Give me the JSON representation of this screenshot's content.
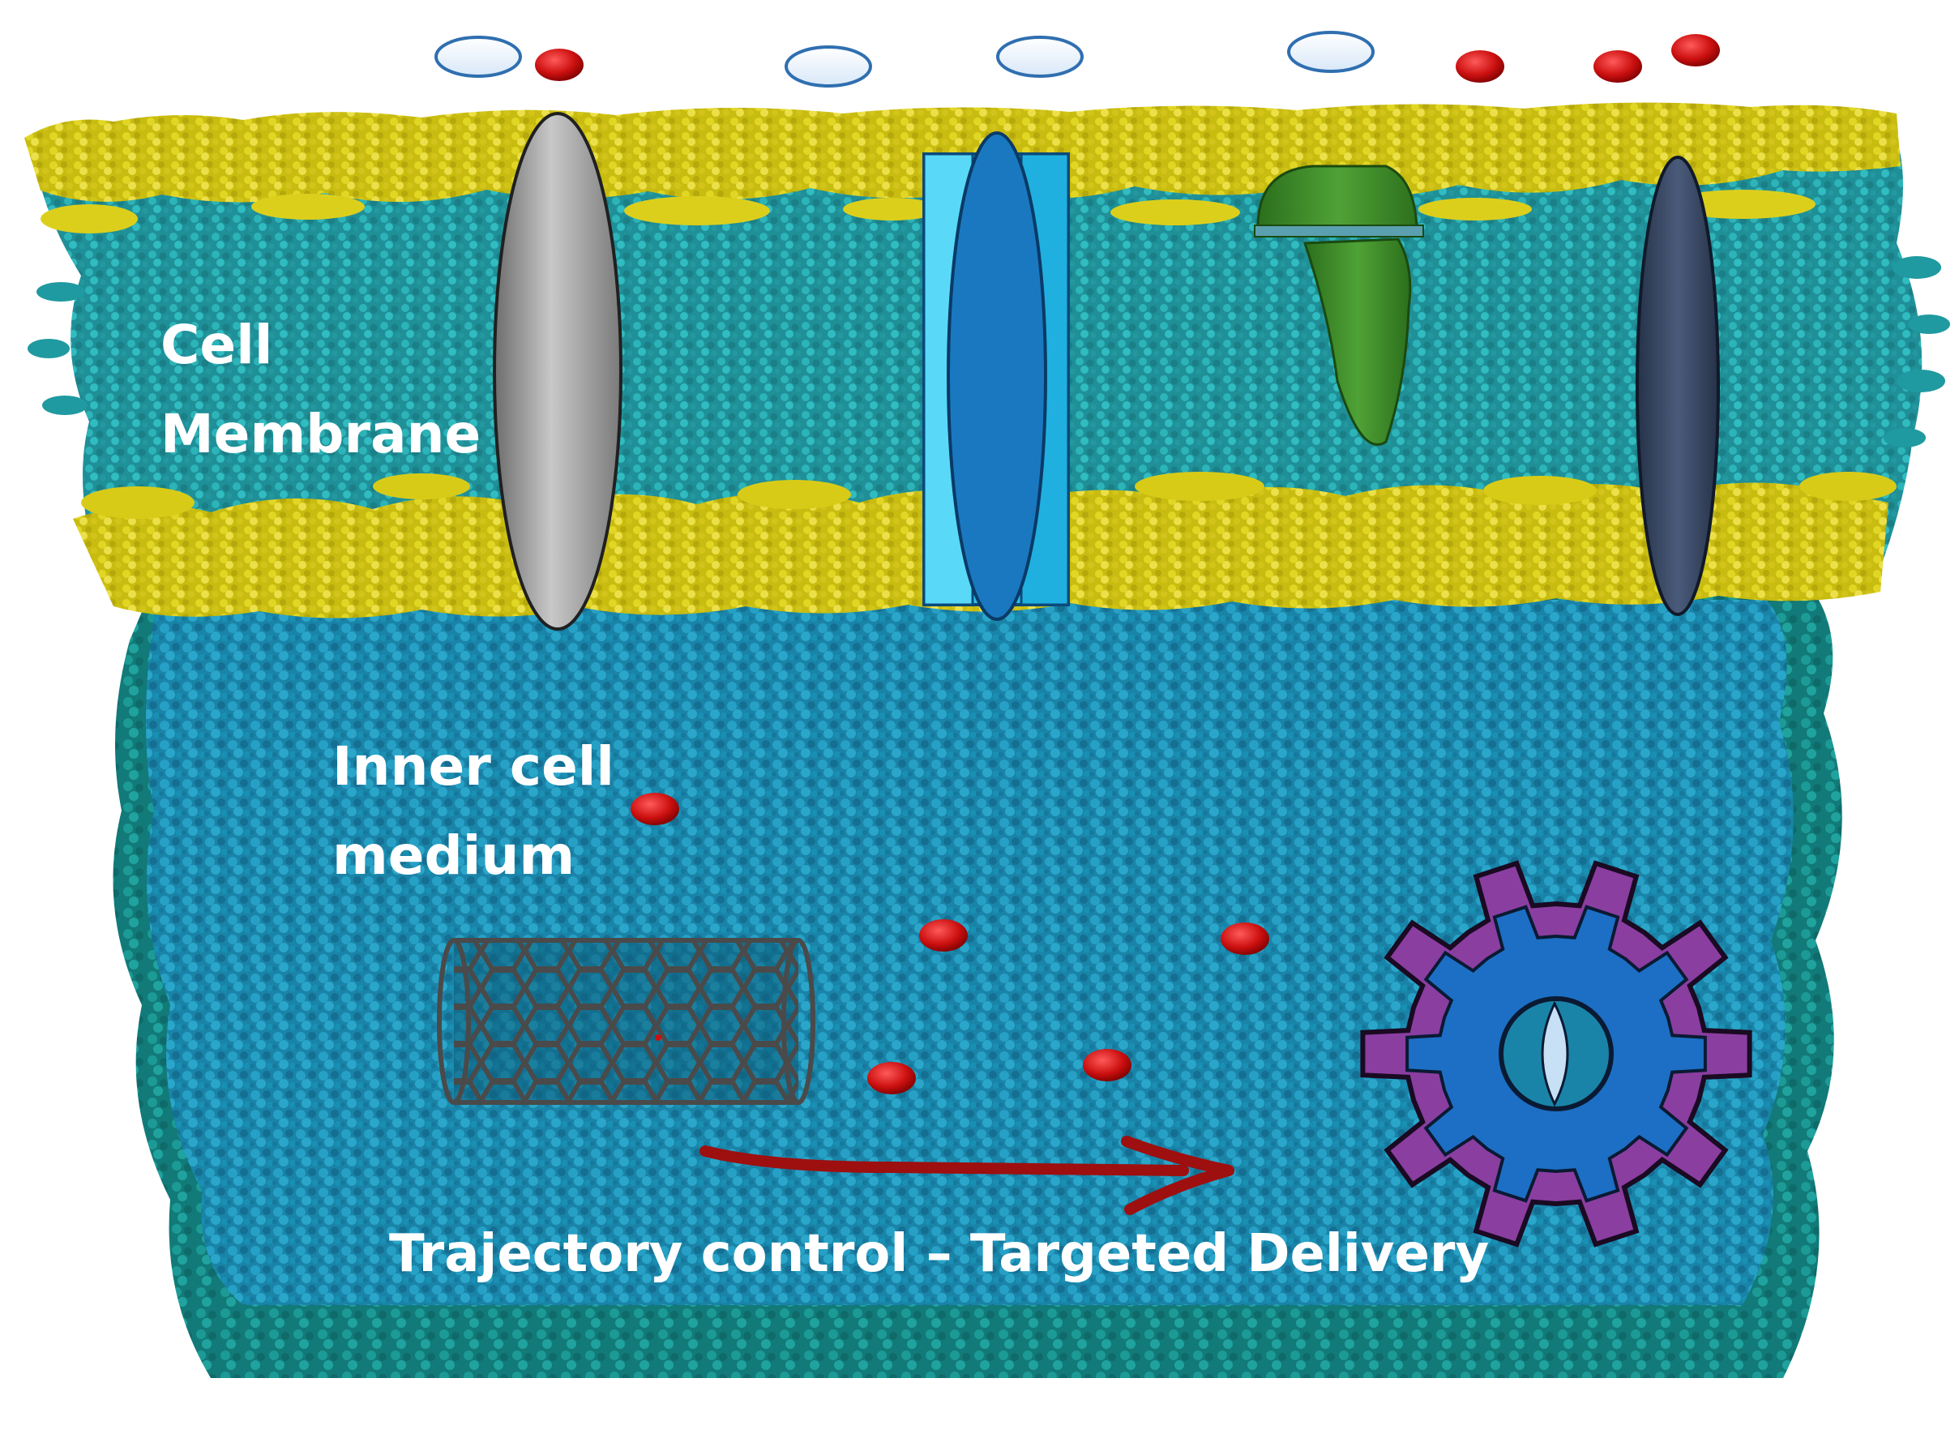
{
  "labels": {
    "membrane_line1": "Cell",
    "membrane_line2": "Membrane",
    "inner_line1": "Inner cell",
    "inner_line2": "medium",
    "trajectory": "Trajectory control – Targeted Delivery"
  },
  "colors": {
    "background": "#ffffff",
    "lipid_head": "#d6c814",
    "membrane_core": "#1f8f98",
    "membrane_texture": "#28aab0",
    "inner_medium": "#1a84a8",
    "inner_texture": "#2aa0c4",
    "edge_teal": "#16807c",
    "red_particle": "#cc1010",
    "vesicle_outline": "#2f6fb0",
    "gray_channel": "#9a9a9a",
    "blue_channel_outer": "#2ac4ee",
    "blue_channel_inner": "#1a78c0",
    "green_receptor": "#3f8f2a",
    "navy_channel": "#3a4a66",
    "nanotube": "#4a4a4a",
    "gear_purple": "#8a3ea0",
    "gear_blue": "#1c6fc4",
    "arrow": "#9e0f0f",
    "label_text": "#ffffff"
  },
  "icons": {
    "gray_channel": "ellipse-channel-icon",
    "blue_channel": "prism-channel-icon",
    "green_receptor": "mushroom-receptor-icon",
    "navy_channel": "slim-channel-icon",
    "nanotube": "carbon-nanotube-icon",
    "gear": "gear-target-icon",
    "arrow": "trajectory-arrow-icon"
  }
}
